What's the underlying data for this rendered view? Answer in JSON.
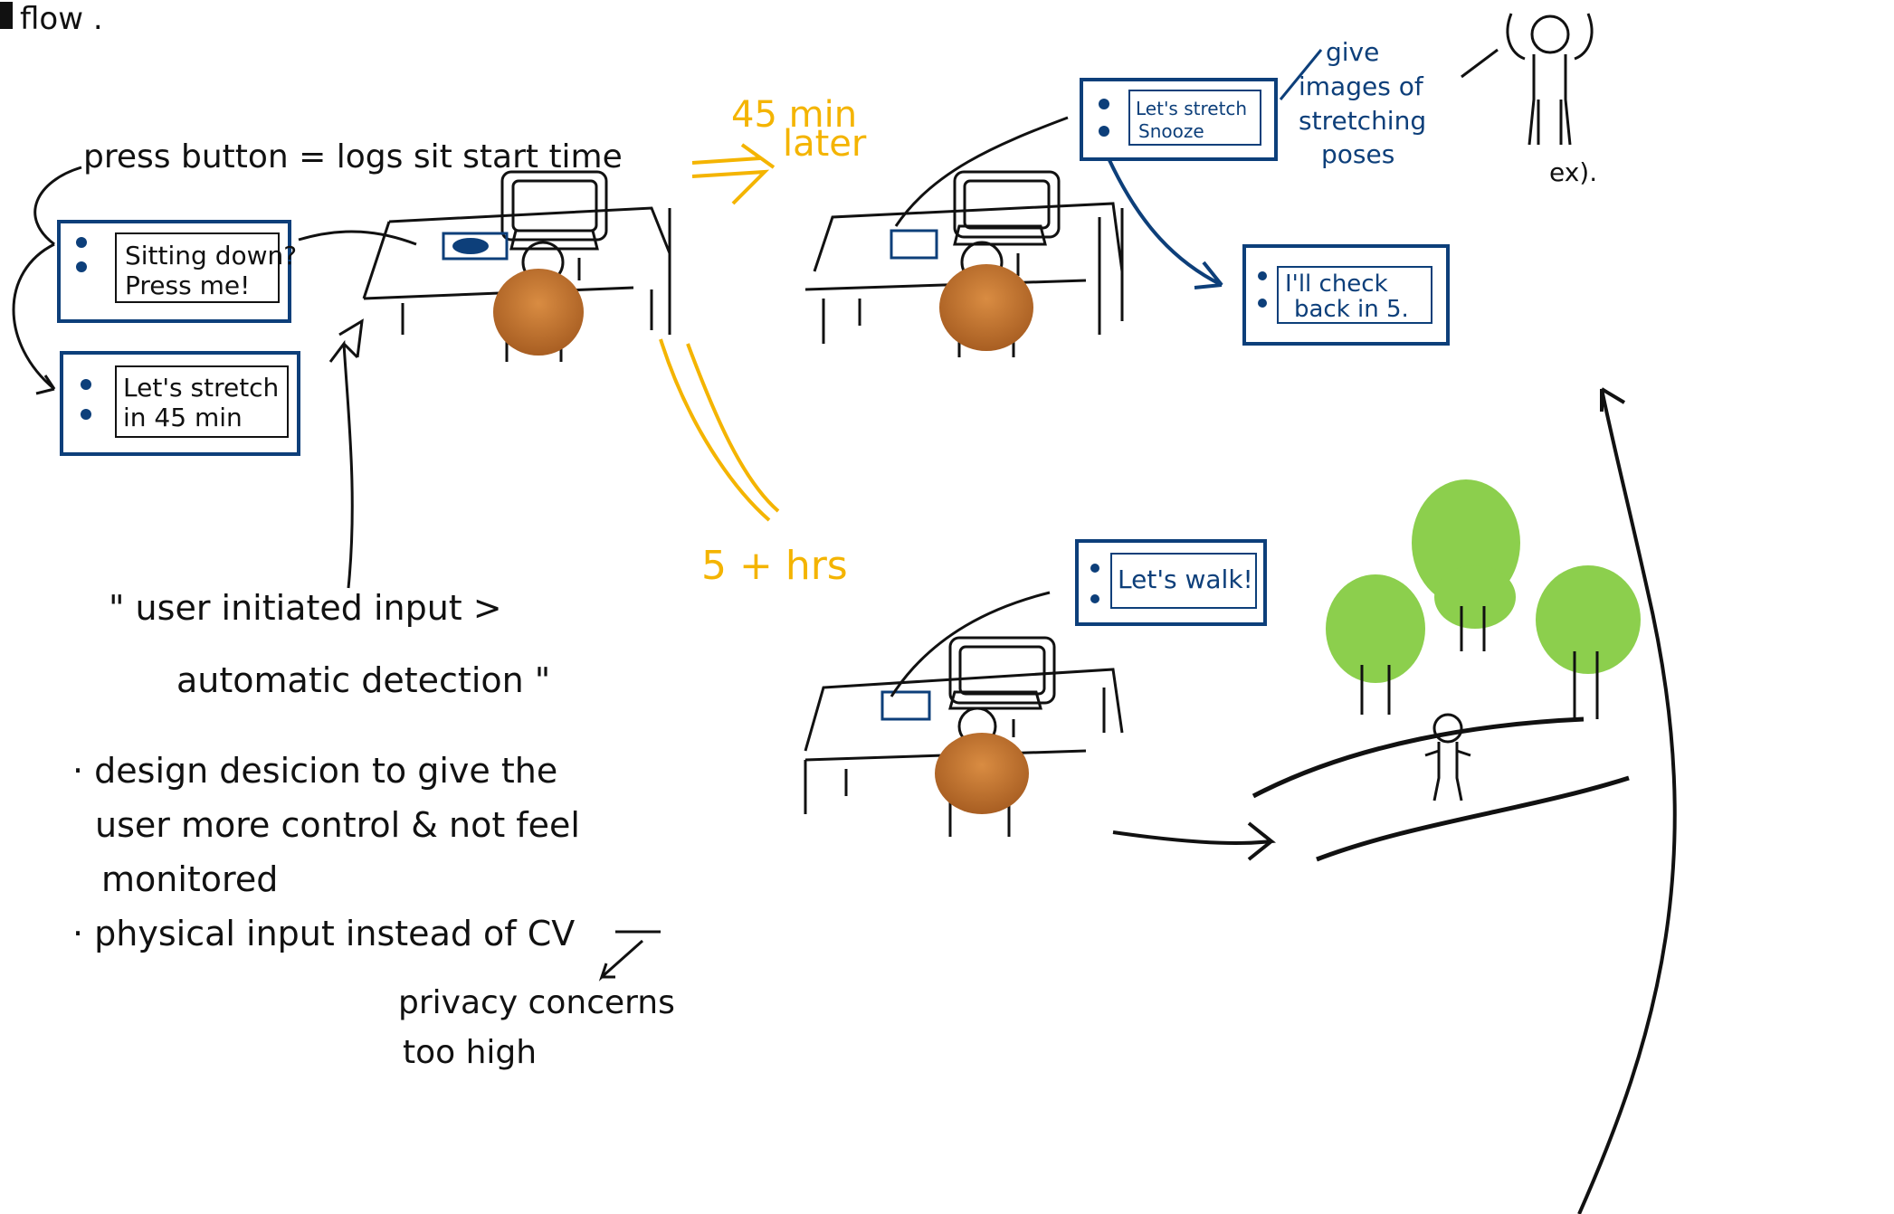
{
  "title": "flow .",
  "annotations": {
    "press_button": "press button = logs sit start time",
    "scene1_screen1": [
      "Sitting down?",
      "Press me!"
    ],
    "scene1_screen2": [
      "Let's stretch",
      "in 45 min"
    ],
    "quote_line1": "\" user initiated input >",
    "quote_line2": "automatic detection \"",
    "bullet1_line1": "· design desicion to give the",
    "bullet1_line2": "user more control & not feel",
    "bullet1_line3": "monitored",
    "bullet2": "· physical input  instead of CV",
    "bullet2_sub1": "privacy concerns",
    "bullet2_sub2": "too high",
    "time1_line1": "45 min",
    "time1_line2": "later",
    "time2": "5 + hrs",
    "scene2_screen1_line1": "Let's stretch",
    "scene2_screen1_line2": "Snooze",
    "give_images_1": "give",
    "give_images_2": "images of",
    "give_images_3": "stretching",
    "give_images_4": "poses",
    "example": "ex).",
    "scene2_screen2": [
      "I'll check",
      "back in 5."
    ],
    "scene3_screen": "Let's walk!"
  },
  "colors": {
    "ink": "#111111",
    "blue": "#0d3f7a",
    "yellow": "#f4b400",
    "chair": "#c8762e",
    "tree": "#8ccf4d"
  }
}
